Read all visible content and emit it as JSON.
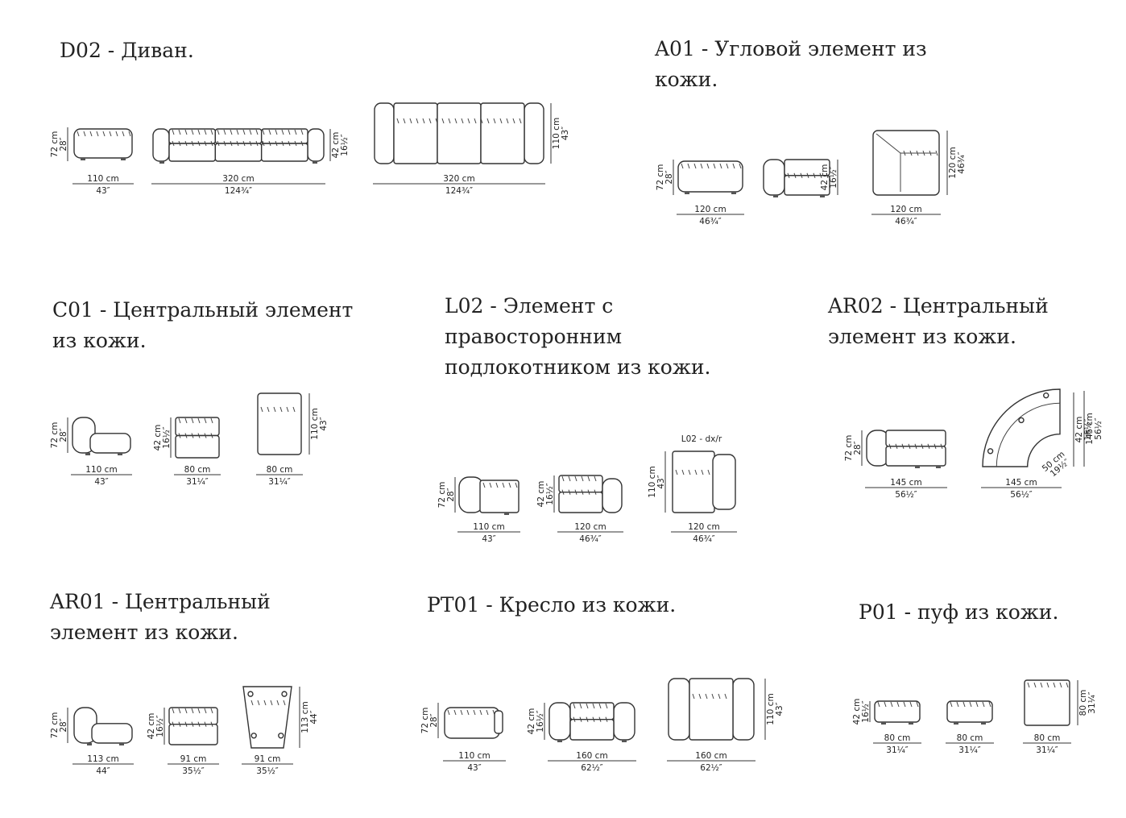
{
  "sections": [
    {
      "id": "d02",
      "title_lines": [
        "D02 - Диван."
      ],
      "views": [
        {
          "drawing": "side",
          "w": [
            "110 cm",
            "43″"
          ],
          "h": [
            "72 cm",
            "28″"
          ]
        },
        {
          "drawing": "front3",
          "w": [
            "320 cm",
            "124¾″"
          ],
          "h": [
            "42 cm",
            "16½″"
          ]
        },
        {
          "drawing": "top3",
          "w": [
            "320 cm",
            "124¾″"
          ],
          "h": [
            "110 cm",
            "43″"
          ]
        }
      ]
    },
    {
      "id": "a01",
      "title_lines": [
        "A01 - Угловой элемент из",
        "кожи."
      ],
      "views": [
        {
          "drawing": "side",
          "w": [
            "120 cm",
            "46¾″"
          ],
          "h": [
            "72 cm",
            "28″"
          ]
        },
        {
          "drawing": "frontArm",
          "h": [
            "42 cm",
            "16½″"
          ]
        },
        {
          "drawing": "topCorner",
          "w": [
            "120 cm",
            "46¾″"
          ],
          "h": [
            "120 cm",
            "46¾″"
          ]
        }
      ]
    },
    {
      "id": "c01",
      "title_lines": [
        "C01 - Центральный элемент",
        "из кожи."
      ],
      "views": [
        {
          "drawing": "chaise",
          "w": [
            "110 cm",
            "43″"
          ],
          "h": [
            "72 cm",
            "28″"
          ]
        },
        {
          "drawing": "front1",
          "w": [
            "80 cm",
            "31¼″"
          ],
          "h": [
            "42 cm",
            "16½″"
          ]
        },
        {
          "drawing": "top1",
          "w": [
            "80 cm",
            "31¼″"
          ],
          "h": [
            "110 cm",
            "43″"
          ]
        }
      ]
    },
    {
      "id": "l02",
      "title_lines": [
        "L02 - Элемент с",
        "правосторонним",
        "подлокотником из кожи."
      ],
      "caption": "L02 - dx/r",
      "views": [
        {
          "drawing": "backSide",
          "w": [
            "110 cm",
            "43″"
          ],
          "h": [
            "72 cm",
            "28″"
          ]
        },
        {
          "drawing": "frontArmR",
          "w": [
            "120 cm",
            "46¾″"
          ],
          "h": [
            "42 cm",
            "16½″"
          ]
        },
        {
          "drawing": "topArmR",
          "w": [
            "120 cm",
            "46¾″"
          ],
          "h": [
            "110 cm",
            "43″"
          ]
        }
      ]
    },
    {
      "id": "ar02",
      "title_lines": [
        "AR02 - Центральный",
        "элемент из кожи."
      ],
      "views": [
        {
          "drawing": "backSide2",
          "w": [
            "145 cm",
            "56½″"
          ],
          "h": [
            "72 cm",
            "28″"
          ]
        },
        {
          "drawing": "curveTop",
          "w": [
            "145 cm",
            "56½″"
          ],
          "h": [
            "42 cm",
            "16½″"
          ],
          "depth": [
            "50 cm",
            "19½″"
          ],
          "side": [
            "145 cm",
            "56½″"
          ]
        }
      ]
    },
    {
      "id": "ar01",
      "title_lines": [
        "AR01 - Центральный",
        "элемент из кожи."
      ],
      "views": [
        {
          "drawing": "chaise",
          "w": [
            "113 cm",
            "44″"
          ],
          "h": [
            "72 cm",
            "28″"
          ]
        },
        {
          "drawing": "front1",
          "w": [
            "91 cm",
            "35½″"
          ],
          "h": [
            "42 cm",
            "16½″"
          ]
        },
        {
          "drawing": "wedgeTop",
          "w": [
            "91 cm",
            "35½″"
          ],
          "h": [
            "113 cm",
            "44″"
          ]
        }
      ]
    },
    {
      "id": "pt01",
      "title_lines": [
        "PT01 - Кресло из кожи."
      ],
      "views": [
        {
          "drawing": "sideFlip",
          "w": [
            "110 cm",
            "43″"
          ],
          "h": [
            "72 cm",
            "28″"
          ]
        },
        {
          "drawing": "frontChair",
          "w": [
            "160 cm",
            "62½″"
          ],
          "h": [
            "42 cm",
            "16½″"
          ]
        },
        {
          "drawing": "topChair",
          "w": [
            "160 cm",
            "62½″"
          ],
          "h": [
            "110 cm",
            "43″"
          ]
        }
      ]
    },
    {
      "id": "p01",
      "title_lines": [
        "P01 - пуф из кожи."
      ],
      "views": [
        {
          "drawing": "pouf",
          "w": [
            "80 cm",
            "31¼″"
          ],
          "h": [
            "42 cm",
            "16½″"
          ]
        },
        {
          "drawing": "pouf",
          "w": [
            "80 cm",
            "31¼″"
          ]
        },
        {
          "drawing": "poufTop",
          "w": [
            "80 cm",
            "31¼″"
          ],
          "h": [
            "80 cm",
            "31¼″"
          ]
        }
      ]
    }
  ]
}
